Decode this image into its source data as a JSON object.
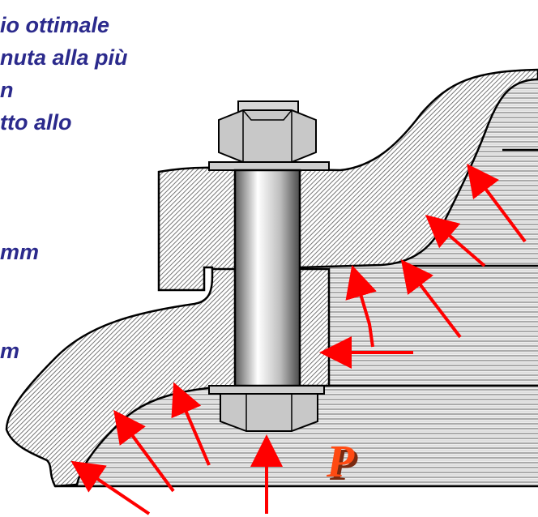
{
  "text_lines": [
    "io ottimale",
    "nuta alla più",
    "n",
    "tto allo",
    "mm",
    "m"
  ],
  "pressure_label": "P",
  "colors": {
    "text": "#2b2a8c",
    "arrow": "#ff0000",
    "label_fill": "#ff4a12",
    "label_shadow": "#7a2a10",
    "metal": "#c8c8c8",
    "fluid_lines": "#9a9a9a",
    "outline": "#000000"
  }
}
